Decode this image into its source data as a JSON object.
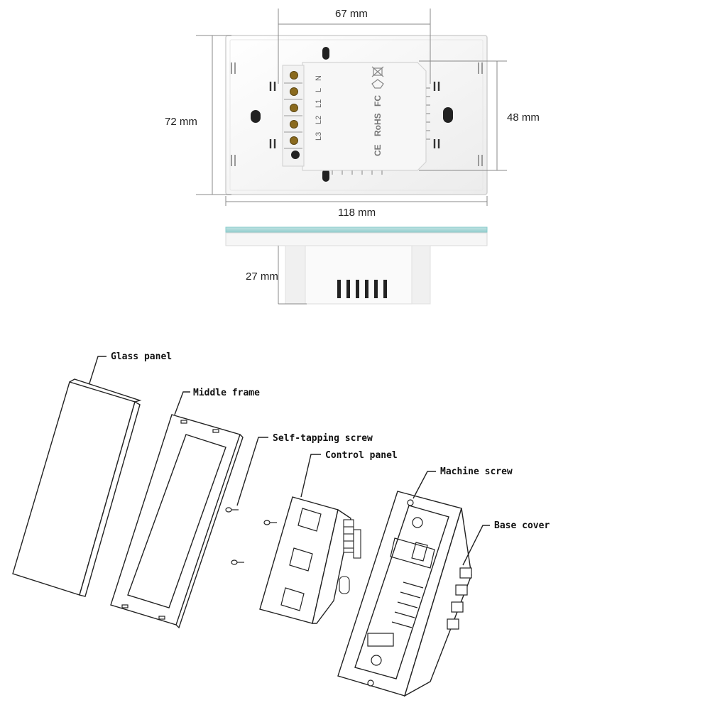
{
  "dimensions": {
    "top_width": "67 mm",
    "height_total": "72 mm",
    "height_inner": "48 mm",
    "width_total": "118 mm",
    "depth": "27 mm"
  },
  "terminals": [
    "L3",
    "L2",
    "L1",
    "L",
    "N"
  ],
  "certifications": [
    "CE",
    "RoHS",
    "FC"
  ],
  "parts": {
    "glass_panel": "Glass panel",
    "middle_frame": "Middle frame",
    "self_tapping_screw": "Self-tapping screw",
    "control_panel": "Control panel",
    "machine_screw": "Machine screw",
    "base_cover": "Base cover"
  },
  "colors": {
    "glass_edge": "#a8d8d8",
    "ink": "#222222"
  }
}
